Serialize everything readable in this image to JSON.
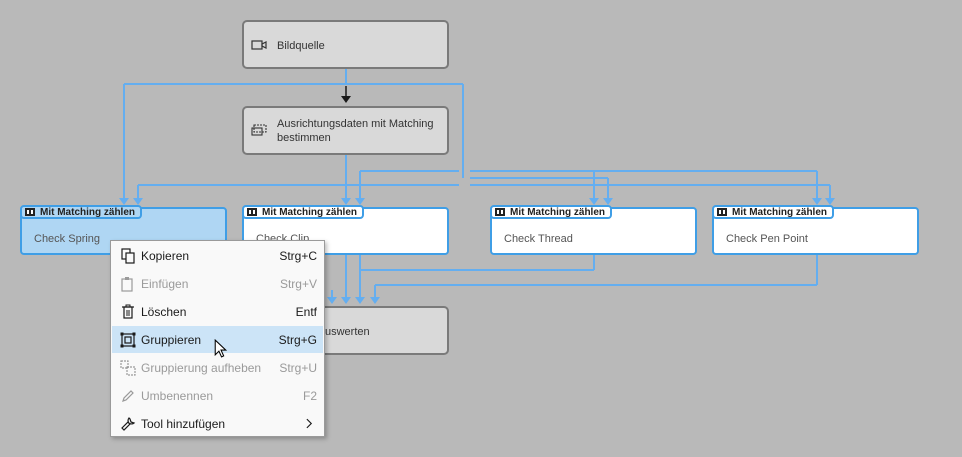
{
  "nodes": {
    "source": "Bildquelle",
    "align": "Ausrichtungsdaten mit Matching\nbestimmen",
    "evaluate": "uswerten"
  },
  "tools": [
    {
      "tag": "Mit Matching zählen",
      "label": "Check Spring"
    },
    {
      "tag": "Mit Matching zählen",
      "label": "Check Clip"
    },
    {
      "tag": "Mit Matching zählen",
      "label": "Check Thread"
    },
    {
      "tag": "Mit Matching zählen",
      "label": "Check Pen Point"
    }
  ],
  "context_menu": {
    "items": [
      {
        "label": "Kopieren",
        "shortcut": "Strg+C",
        "icon": "copy-icon"
      },
      {
        "label": "Einfügen",
        "shortcut": "Strg+V",
        "icon": "paste-icon"
      },
      {
        "label": "Löschen",
        "shortcut": "Entf",
        "icon": "trash-icon"
      },
      {
        "label": "Gruppieren",
        "shortcut": "Strg+G",
        "icon": "group-icon"
      },
      {
        "label": "Gruppierung aufheben",
        "shortcut": "Strg+U",
        "icon": "ungroup-icon"
      },
      {
        "label": "Umbenennen",
        "shortcut": "F2",
        "icon": "pencil-icon"
      },
      {
        "label": "Tool hinzufügen",
        "shortcut": "",
        "icon": "wrench-icon"
      }
    ]
  },
  "colors": {
    "background": "#b9b9b9",
    "connector": "#64aef0",
    "tool_border": "#3f9ee6",
    "selected_fill": "#afd6f3",
    "menu_highlight": "#cce4f7"
  }
}
